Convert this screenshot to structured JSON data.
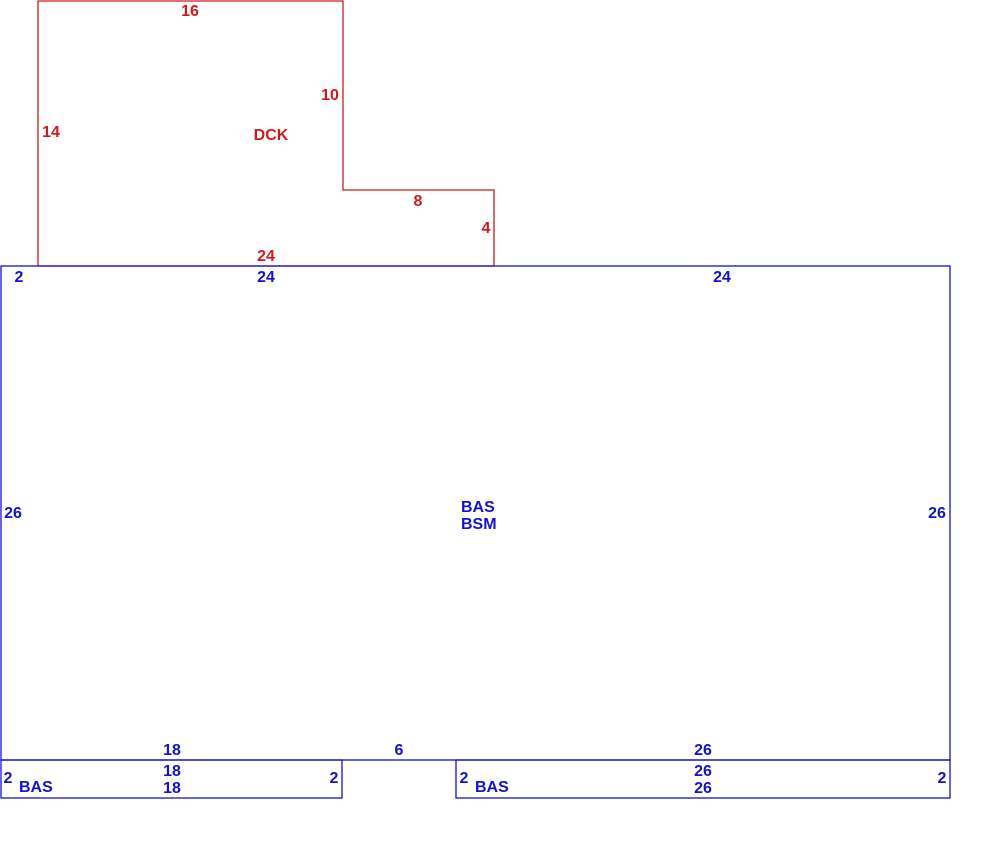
{
  "colors": {
    "deck": "#d01a1a",
    "base": "#1212c8"
  },
  "deck": {
    "code": "DCK",
    "dims": {
      "top": "16",
      "left": "14",
      "step_vertical": "10",
      "step_horizontal": "8",
      "short_side": "4",
      "bottom": "24"
    }
  },
  "main": {
    "code1": "BAS",
    "code2": "BSM",
    "dims": {
      "corner": "2",
      "top_left": "24",
      "top_right": "24",
      "left": "26",
      "right": "26",
      "bottom_left": "18",
      "bottom_gap": "6",
      "bottom_right": "26"
    }
  },
  "bay_left": {
    "code": "BAS",
    "dims": {
      "left": "2",
      "top": "18",
      "bottom": "18",
      "right": "2"
    }
  },
  "bay_right": {
    "code": "BAS",
    "dims": {
      "left": "2",
      "top": "26",
      "bottom": "26",
      "right": "2"
    }
  }
}
